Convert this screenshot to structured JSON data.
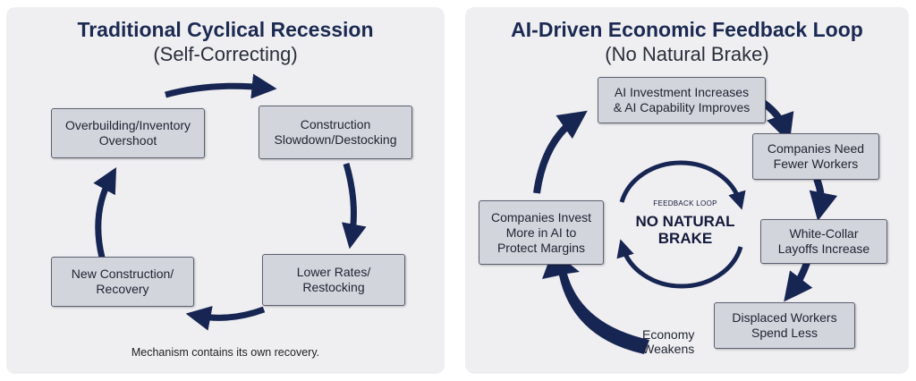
{
  "left_panel": {
    "title": "Traditional Cyclical Recession",
    "subtitle": "(Self-Correcting)",
    "nodes": [
      "Overbuilding/Inventory\nOvershoot",
      "Construction\nSlowdown/Destocking",
      "Lower Rates/\nRestocking",
      "New Construction/\nRecovery"
    ],
    "caption": "Mechanism contains its own recovery."
  },
  "right_panel": {
    "title": "AI-Driven Economic Feedback Loop",
    "subtitle": "(No Natural Brake)",
    "nodes": [
      "AI Investment Increases\n& AI Capability Improves",
      "Companies Need\nFewer Workers",
      "White-Collar\nLayoffs Increase",
      "Displaced Workers\nSpend Less",
      "Companies Invest\nMore in AI to\nProtect Margins"
    ],
    "arrow_label": "Economy\nWeakens",
    "center_small": "FEEDBACK LOOP",
    "center_big": "NO NATURAL\nBRAKE"
  },
  "colors": {
    "arrow": "#172552",
    "box_fill": "#d3d5dd",
    "panel_bg": "#efeff2"
  }
}
